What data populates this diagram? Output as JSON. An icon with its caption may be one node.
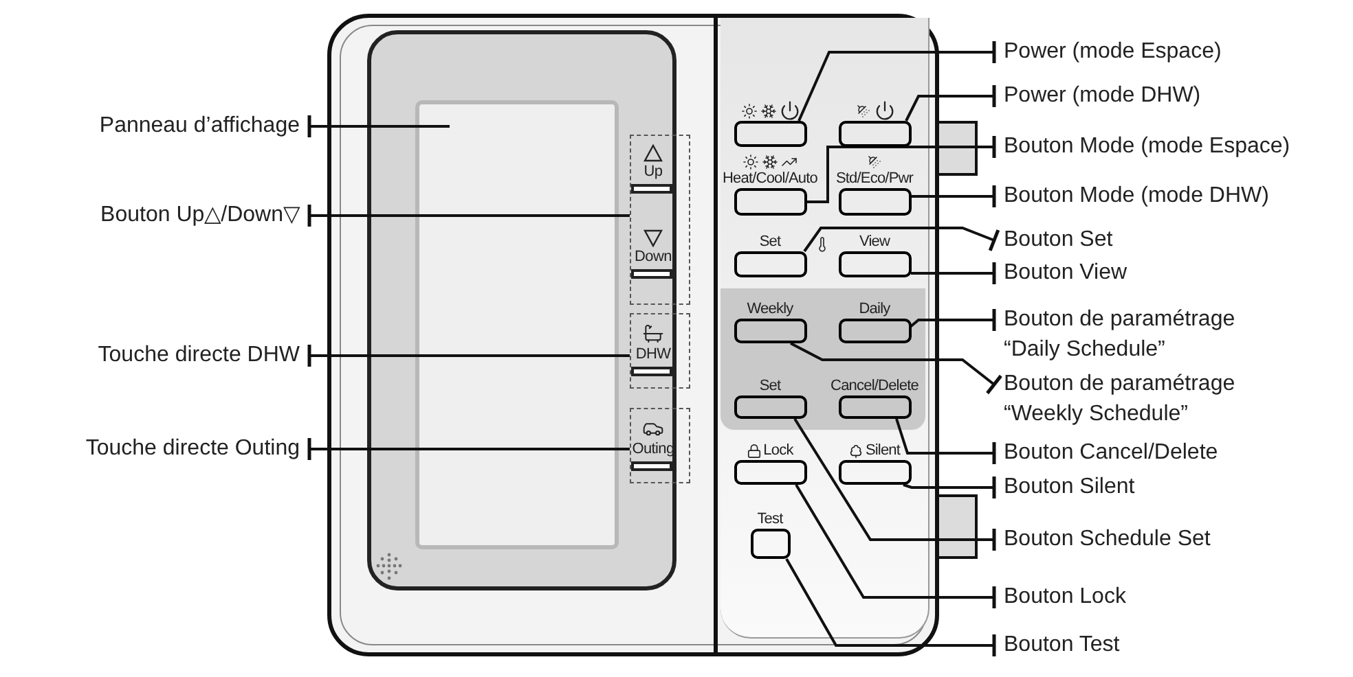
{
  "diagram": {
    "nodes": [
      {
        "text": [
          "Panneau d’affichage"
        ]
      },
      {
        "text": [
          "Bouton Up△/Down▽"
        ]
      },
      {
        "text": [
          "Touche directe DHW"
        ]
      },
      {
        "text": [
          "Touche directe Outing"
        ]
      },
      {
        "text": [],
        "shape": "box"
      },
      {
        "text": [
          "Up",
          "Down"
        ]
      },
      {
        "text": [
          "DHW"
        ]
      },
      {
        "text": [
          "Outing"
        ]
      },
      {
        "text": [],
        "shape": "box"
      },
      {
        "text": [],
        "shape": "box"
      },
      {
        "text": [
          "Heat/Cool/Auto"
        ]
      },
      {
        "text": [
          "Std/Eco/Pwr"
        ]
      },
      {
        "text": [
          "Set"
        ]
      },
      {
        "text": [
          "View"
        ]
      },
      {
        "text": [
          "Weekly"
        ]
      },
      {
        "text": [
          "Daily"
        ]
      },
      {
        "text": [
          "Set"
        ]
      },
      {
        "text": [
          "Cancel/Delete"
        ]
      },
      {
        "text": [
          "Lock"
        ]
      },
      {
        "text": [
          "Silent"
        ]
      },
      {
        "text": [
          "Test"
        ]
      },
      {
        "text": [
          "Power (mode Espace)"
        ]
      },
      {
        "text": [
          "Power (mode DHW)"
        ]
      },
      {
        "text": [
          "Bouton Mode (mode Espace)"
        ]
      },
      {
        "text": [
          "Bouton Mode (mode DHW)"
        ]
      },
      {
        "text": [
          "Bouton Set"
        ]
      },
      {
        "text": [
          "Bouton View"
        ]
      },
      {
        "text": [
          "Bouton de paramétrage “Daily Schedule”"
        ]
      },
      {
        "text": [
          "Bouton de paramétrage “Weekly Schedule”"
        ]
      },
      {
        "text": [
          "Bouton Cancel/Delete"
        ]
      },
      {
        "text": [
          "Bouton Silent"
        ]
      },
      {
        "text": [
          "Bouton Schedule Set"
        ]
      },
      {
        "text": [
          "Bouton Lock"
        ]
      },
      {
        "text": [
          "Bouton Test"
        ]
      }
    ],
    "edges": [
      {
        "from": 0,
        "to": 4,
        "arrow": "other"
      },
      {
        "from": 1,
        "to": 5,
        "arrow": "other"
      },
      {
        "from": 2,
        "to": 6,
        "arrow": "other"
      },
      {
        "from": 3,
        "to": 7,
        "arrow": "other"
      },
      {
        "from": 21,
        "to": 8,
        "arrow": "other"
      },
      {
        "from": 22,
        "to": 9,
        "arrow": "other"
      },
      {
        "from": 23,
        "to": 10,
        "arrow": "other"
      },
      {
        "from": 24,
        "to": 11,
        "arrow": "other"
      },
      {
        "from": 25,
        "to": 12,
        "arrow": "other"
      },
      {
        "from": 26,
        "to": 13,
        "arrow": "other"
      },
      {
        "from": 27,
        "to": 15,
        "arrow": "other"
      },
      {
        "from": 28,
        "to": 14,
        "arrow": "other"
      },
      {
        "from": 29,
        "to": 17,
        "arrow": "other"
      },
      {
        "from": 30,
        "to": 19,
        "arrow": "other"
      },
      {
        "from": 31,
        "to": 16,
        "arrow": "other"
      },
      {
        "from": 32,
        "to": 18,
        "arrow": "other"
      },
      {
        "from": 33,
        "to": 20,
        "arrow": "other"
      }
    ]
  }
}
